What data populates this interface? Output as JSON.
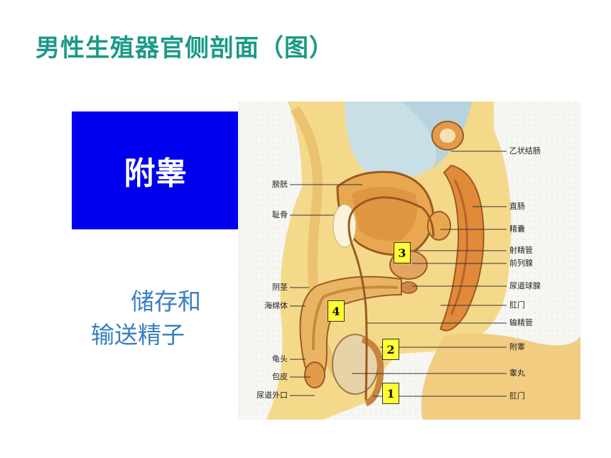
{
  "title": "男性生殖器官侧剖面（图）",
  "organ": "附睾",
  "function_lines": [
    "储存和",
    "输送精子"
  ],
  "diagram": {
    "left_labels": [
      "膀胱",
      "耻骨",
      "阴茎",
      "海绵体",
      "龟头",
      "包皮",
      "尿道外口"
    ],
    "right_labels": [
      "乙状结肠",
      "直肠",
      "精囊",
      "射精管",
      "前列腺",
      "尿道球腺",
      "肛门",
      "输精管",
      "附睾",
      "睾丸",
      "肛门"
    ],
    "markers": [
      "3",
      "4",
      "2",
      "1"
    ]
  }
}
